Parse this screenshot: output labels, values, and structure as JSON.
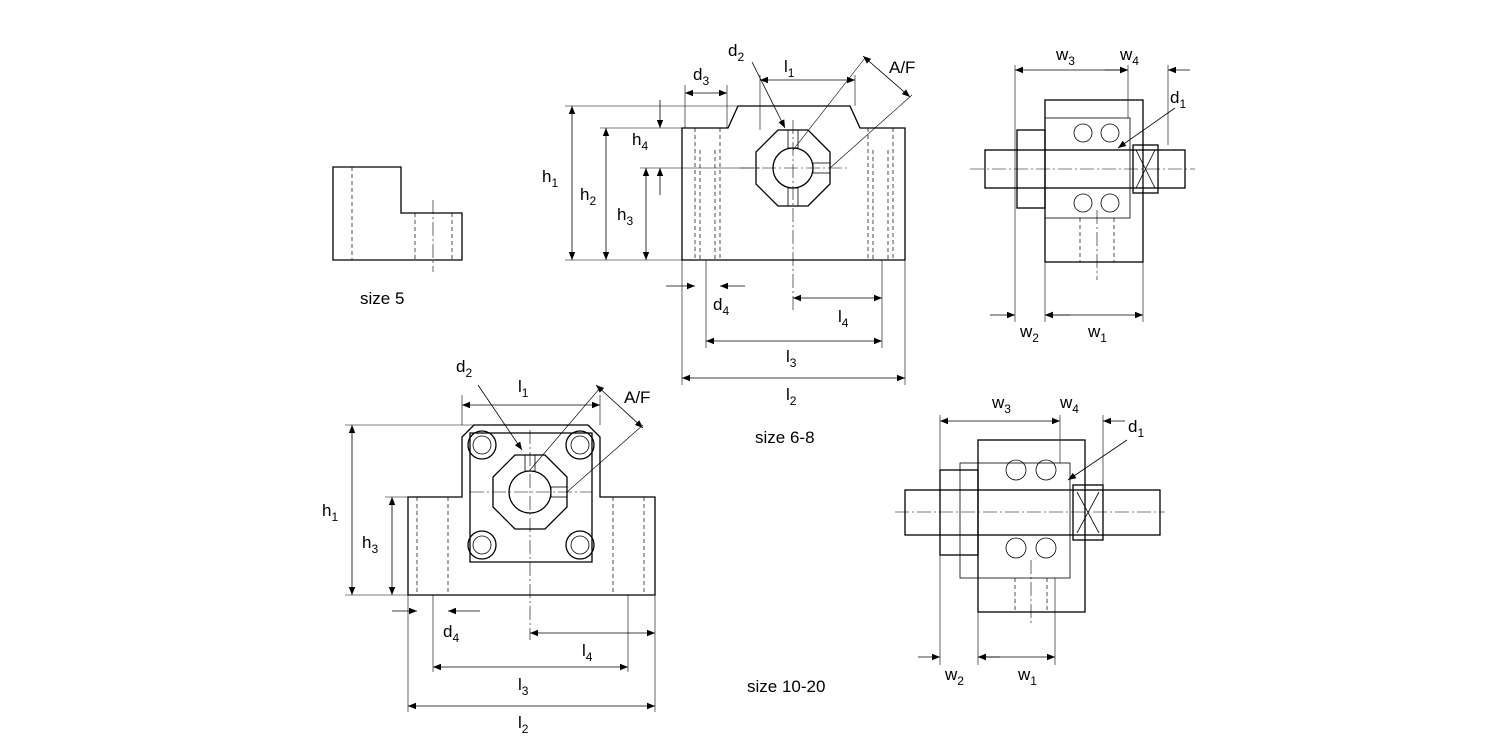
{
  "captions": {
    "size5": "size 5",
    "size68": "size 6-8",
    "size1020": "size 10-20"
  },
  "labels": {
    "d1": {
      "b": "d",
      "s": "1"
    },
    "d2": {
      "b": "d",
      "s": "2"
    },
    "d3": {
      "b": "d",
      "s": "3"
    },
    "d4": {
      "b": "d",
      "s": "4"
    },
    "l1": {
      "b": "l",
      "s": "1"
    },
    "l2": {
      "b": "l",
      "s": "2"
    },
    "l3": {
      "b": "l",
      "s": "3"
    },
    "l4": {
      "b": "l",
      "s": "4"
    },
    "h1": {
      "b": "h",
      "s": "1"
    },
    "h2": {
      "b": "h",
      "s": "2"
    },
    "h3": {
      "b": "h",
      "s": "3"
    },
    "h4": {
      "b": "h",
      "s": "4"
    },
    "w1": {
      "b": "w",
      "s": "1"
    },
    "w2": {
      "b": "w",
      "s": "2"
    },
    "w3": {
      "b": "w",
      "s": "3"
    },
    "w4": {
      "b": "w",
      "s": "4"
    },
    "af": {
      "b": "A/F",
      "s": ""
    }
  }
}
